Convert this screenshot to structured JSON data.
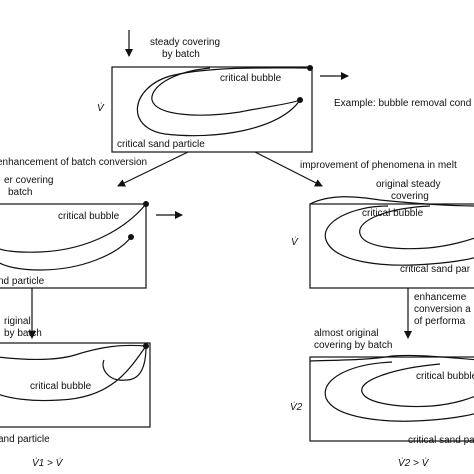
{
  "top": {
    "covering_label_1": "steady covering",
    "covering_label_2": "by batch",
    "vdot": "V̇",
    "critical_bubble": "critical bubble",
    "critical_sand": "critical sand particle",
    "example": "Example: bubble removal cond"
  },
  "branches": {
    "left": "enhancement of batch conversion",
    "right": "improvement of phenomena in melt"
  },
  "mid_left": {
    "covering_1": "er covering",
    "covering_2": "batch",
    "critical_bubble": "critical bubble",
    "critical_sand": "nd particle"
  },
  "mid_right": {
    "original_1": "original steady",
    "original_2": "covering",
    "vdot": "V̇",
    "critical_bubble": "critical bubble",
    "critical_sand": "critical sand par"
  },
  "bot_left": {
    "original_1": "riginal",
    "original_2": "by batch",
    "critical_bubble": "critical bubble",
    "critical_sand": "and particle",
    "relation": "V̇1 > V̇"
  },
  "bot_right": {
    "enh_1": "enhanceme",
    "enh_2": "conversion a",
    "enh_3": "of performa",
    "almost_1": "almost original",
    "almost_2": "covering by batch",
    "vdot": "V̇2",
    "critical_bubble": "critical bubble",
    "critical_sand": "critical sand par",
    "relation": "V̇2 > V̇"
  }
}
